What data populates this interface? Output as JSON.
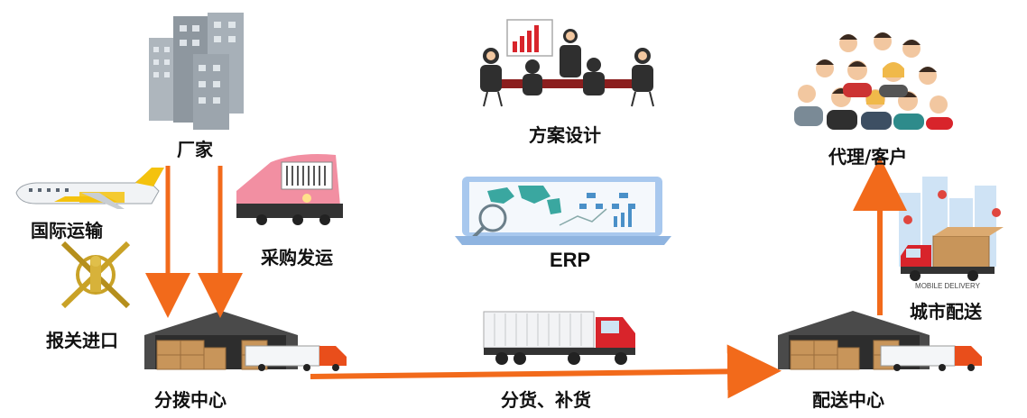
{
  "labels": {
    "factory": "厂家",
    "intl_transport": "国际运输",
    "customs": "报关进口",
    "purchase_ship": "采购发运",
    "distribution_center": "分拨中心",
    "plan_design": "方案设计",
    "erp": "ERP",
    "split_restock": "分货、补货",
    "agent_customer": "代理/客户",
    "city_delivery": "城市配送",
    "delivery_center": "配送中心",
    "truck_side_text": "MOBILE DELIVERY"
  },
  "colors": {
    "arrow": "#f26a1b",
    "building": "#9aa3ab",
    "warehouse_roof": "#4a4a4a",
    "boxes": "#c8955a",
    "truck_red": "#d8242b",
    "train_pink": "#f28fa2",
    "laptop": "#a8c8ee",
    "map": "#3aa7a0",
    "plane_tail": "#f4c20d",
    "people_dark": "#3a3a3a"
  }
}
